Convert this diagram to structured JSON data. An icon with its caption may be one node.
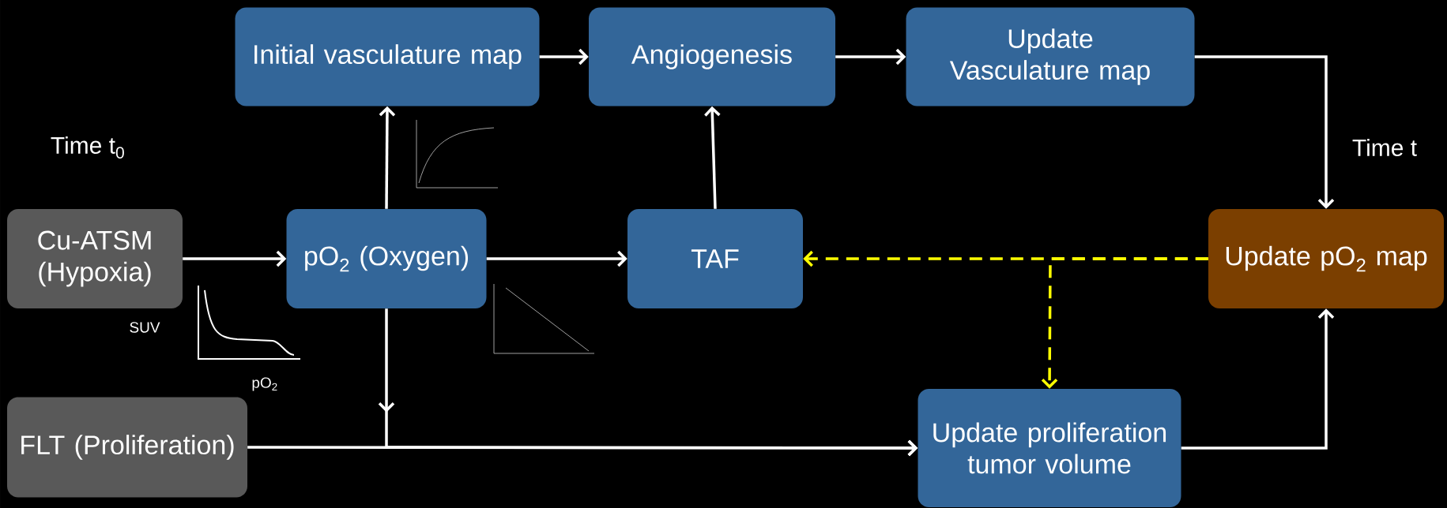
{
  "diagram": {
    "nodes": [
      {
        "text": [
          "Initial vasculature map"
        ]
      },
      {
        "text": [
          "Angiogenesis"
        ]
      },
      {
        "text": [
          "Update Vasculature map"
        ]
      },
      {
        "text": [
          "Cu-ATSM (Hypoxia)"
        ]
      },
      {
        "text": [
          "pO$_{2}$ (Oxygen)"
        ]
      },
      {
        "text": [
          "TAF"
        ]
      },
      {
        "text": [
          "Update pO$_{2}$ map"
        ]
      },
      {
        "text": [
          "FLT (Proliferation)"
        ]
      },
      {
        "text": [
          "Update proliferation tumor volume"
        ]
      }
    ],
    "edges": [
      {
        "from": 0,
        "to": 1,
        "arrow": "to"
      },
      {
        "from": 1,
        "to": 2,
        "arrow": "to"
      },
      {
        "from": 2,
        "to": 6,
        "arrow": "to"
      },
      {
        "from": 3,
        "to": 4,
        "arrow": "to"
      },
      {
        "from": 4,
        "to": 0,
        "arrow": "to"
      },
      {
        "from": 4,
        "to": 5,
        "arrow": "to"
      },
      {
        "from": 5,
        "to": 1,
        "arrow": "to"
      },
      {
        "from": 4,
        "to": 8,
        "arrow": "to"
      },
      {
        "from": 7,
        "to": 8,
        "arrow": "to"
      },
      {
        "from": 8,
        "to": 6,
        "arrow": "to"
      },
      {
        "from": 6,
        "to": 5,
        "arrow": "to",
        "style": "dashed",
        "color": "#ffff00"
      },
      {
        "from": 6,
        "to": 8,
        "arrow": "to",
        "style": "dashed",
        "color": "#ffff00"
      }
    ],
    "labels": [
      "Time t$_{0}$",
      "Time t",
      "SUV",
      "pO$_{2}$"
    ]
  }
}
